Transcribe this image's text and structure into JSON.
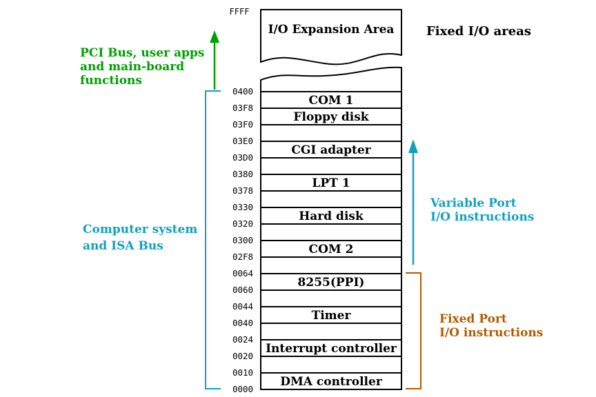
{
  "title": "Fixed I/O areas",
  "top_address": "FFFF",
  "expansion_area_label": "I/O Expansion Area",
  "pci_label_lines": [
    "PCI Bus, user apps",
    "and main-board",
    "functions"
  ],
  "isa_label_lines": [
    "Computer system",
    "and ISA Bus"
  ],
  "variable_port_lines": [
    "Variable Port",
    "I/O instructions"
  ],
  "fixed_port_lines": [
    "Fixed Port",
    "I/O instructions"
  ],
  "addresses": [
    "0400",
    "03F8",
    "03F0",
    "03E0",
    "03D0",
    "0380",
    "0378",
    "0330",
    "0320",
    "0300",
    "02F8",
    "0064",
    "0060",
    "0044",
    "0040",
    "0024",
    "0020",
    "0010",
    "0000"
  ],
  "blocks": [
    {
      "label": "COM 1",
      "top": "0400",
      "bottom": "03F8"
    },
    {
      "label": "Floppy disk",
      "top": "03F8",
      "bottom": "03F0"
    },
    {
      "label": "CGI adapter",
      "top": "03E0",
      "bottom": "03D0"
    },
    {
      "label": "LPT 1",
      "top": "0380",
      "bottom": "0378"
    },
    {
      "label": "Hard disk",
      "top": "0330",
      "bottom": "0320"
    },
    {
      "label": "COM 2",
      "top": "0300",
      "bottom": "02F8"
    },
    {
      "label": "8255(PPI)",
      "top": "0064",
      "bottom": "0060"
    },
    {
      "label": "Timer",
      "top": "0044",
      "bottom": "0040"
    },
    {
      "label": "Interrupt controller",
      "top": "0024",
      "bottom": "0020"
    },
    {
      "label": "DMA controller",
      "top": "0010",
      "bottom": "0000"
    }
  ],
  "colors": {
    "pci": "#00a000",
    "isa": "#10a0c0",
    "variable": "#10a0c0",
    "fixed": "#b05a00",
    "line": "#000000"
  }
}
